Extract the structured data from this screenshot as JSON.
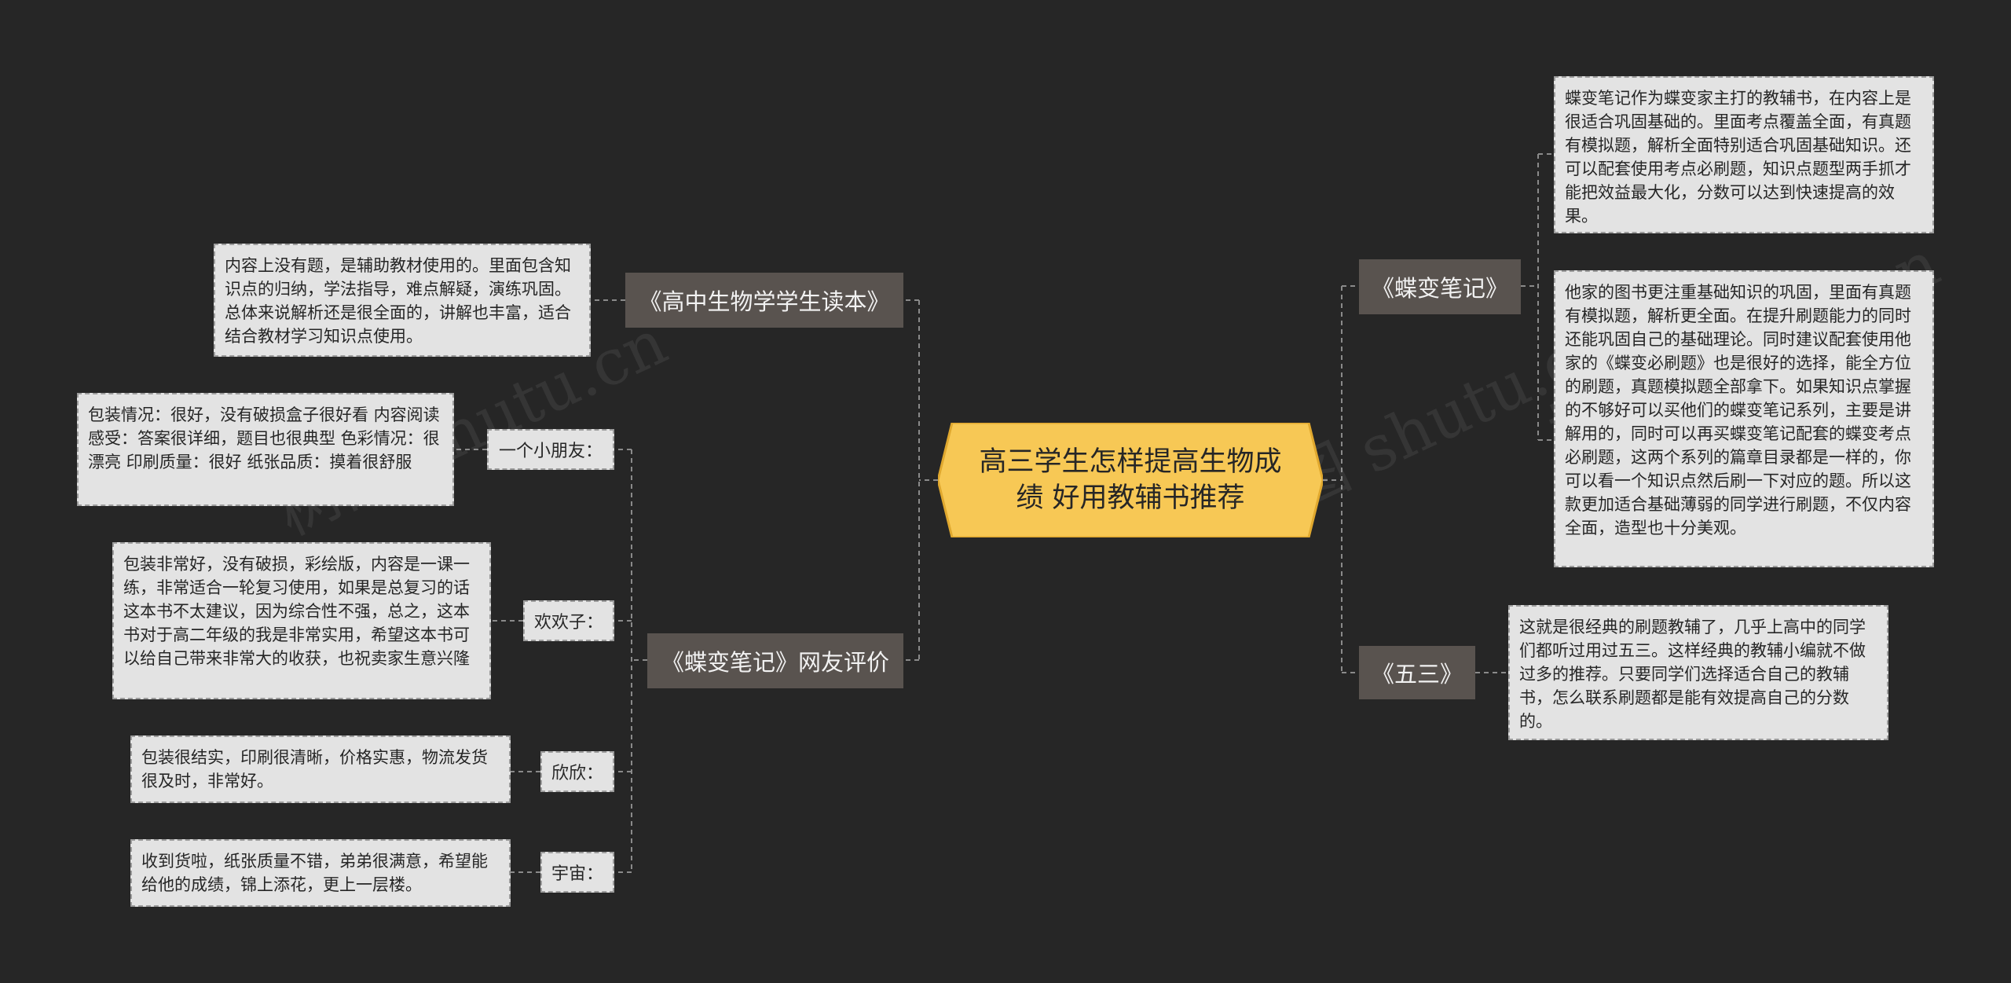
{
  "root": {
    "title": "高三学生怎样提高生物成绩 好用教辅书推荐"
  },
  "colors": {
    "background": "#262626",
    "root_fill": "#f7c855",
    "root_border": "#e0a82e",
    "topic_fill": "#59534f",
    "leaf_fill": "#e3e3e3",
    "line": "#8a8a8a"
  },
  "left": {
    "topic1": {
      "label": "《高中生物学学生读本》",
      "note": "内容上没有题，是辅助教材使用的。里面包含知识点的归纳，学法指导，难点解疑，演练巩固。总体来说解析还是很全面的，讲解也丰富，适合结合教材学习知识点使用。"
    },
    "topic2": {
      "label": "《蝶变笔记》网友评价",
      "reviews": [
        {
          "name": "一个小朋友：",
          "text": "包装情况：很好，没有破损盒子很好看 内容阅读感受：答案很详细，题目也很典型 色彩情况：很漂亮 印刷质量：很好 纸张品质：摸着很舒服"
        },
        {
          "name": "欢欢子：",
          "text": "包装非常好，没有破损，彩绘版，内容是一课一练，非常适合一轮复习使用，如果是总复习的话这本书不太建议，因为综合性不强，总之，这本书对于高二年级的我是非常实用，希望这本书可以给自己带来非常大的收获，也祝卖家生意兴隆"
        },
        {
          "name": "欣欣：",
          "text": "包装很结实，印刷很清晰，价格实惠，物流发货很及时，非常好。"
        },
        {
          "name": "宇宙：",
          "text": "收到货啦，纸张质量不错，弟弟很满意，希望能给他的成绩，锦上添花，更上一层楼。"
        }
      ]
    }
  },
  "right": {
    "topic1": {
      "label": "《蝶变笔记》",
      "notes": [
        "蝶变笔记作为蝶变家主打的教辅书，在内容上是很适合巩固基础的。里面考点覆盖全面，有真题有模拟题，解析全面特别适合巩固基础知识。还可以配套使用考点必刷题，知识点题型两手抓才能把效益最大化，分数可以达到快速提高的效果。",
        "他家的图书更注重基础知识的巩固，里面有真题有模拟题，解析更全面。在提升刷题能力的同时还能巩固自己的基础理论。同时建议配套使用他家的《蝶变必刷题》也是很好的选择，能全方位的刷题，真题模拟题全部拿下。如果知识点掌握的不够好可以买他们的蝶变笔记系列，主要是讲解用的，同时可以再买蝶变笔记配套的蝶变考点必刷题，这两个系列的篇章目录都是一样的，你可以看一个知识点然后刷一下对应的题。所以这款更加适合基础薄弱的同学进行刷题，不仅内容全面，造型也十分美观。"
      ]
    },
    "topic2": {
      "label": "《五三》",
      "note": "这就是很经典的刷题教辅了，几乎上高中的同学们都听过用过五三。这样经典的教辅小编就不做过多的推荐。只要同学们选择适合自己的教辅书，怎么联系刷题都是能有效提高自己的分数的。"
    }
  },
  "watermark": "树图 shutu.cn"
}
